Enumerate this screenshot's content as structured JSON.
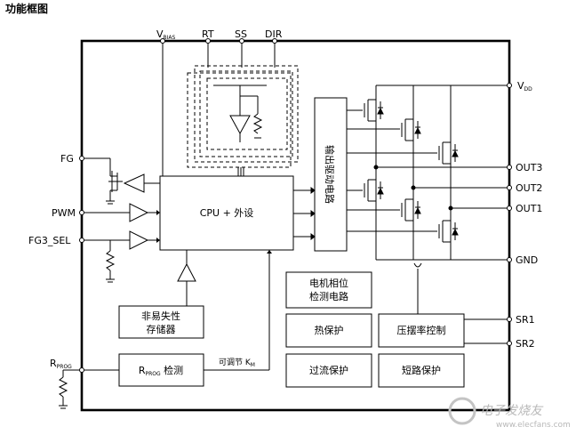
{
  "title": "功能框图",
  "pins_top": {
    "vbias_main": "V",
    "vbias_sub": "BIAS",
    "rt": "RT",
    "ss": "SS",
    "dir": "DIR"
  },
  "pins_left": {
    "fg": "FG",
    "pwm": "PWM",
    "fg3_sel": "FG3_SEL",
    "rprog_main": "R",
    "rprog_sub": "PROG"
  },
  "pins_right": {
    "vdd_main": "V",
    "vdd_sub": "DD",
    "out3": "OUT3",
    "out2": "OUT2",
    "out1": "OUT1",
    "gnd": "GND",
    "sr1": "SR1",
    "sr2": "SR2"
  },
  "blocks": {
    "cpu": "CPU + 外设",
    "driver": "输出驱动电路",
    "nvm_line1": "非易失性",
    "nvm_line2": "存储器",
    "rprog_main": "R",
    "rprog_sub": "PROG",
    "rprog_suffix": " 检测",
    "adjust_main": "可调节 K",
    "adjust_sub": "M",
    "phase_line1": "电机相位",
    "phase_line2": "检测电路",
    "thermal": "热保护",
    "slew": "压摆率控制",
    "overcurrent": "过流保护",
    "short": "短路保护"
  },
  "watermark": {
    "main": "电子发烧友",
    "url": "www.elecfans.com"
  }
}
